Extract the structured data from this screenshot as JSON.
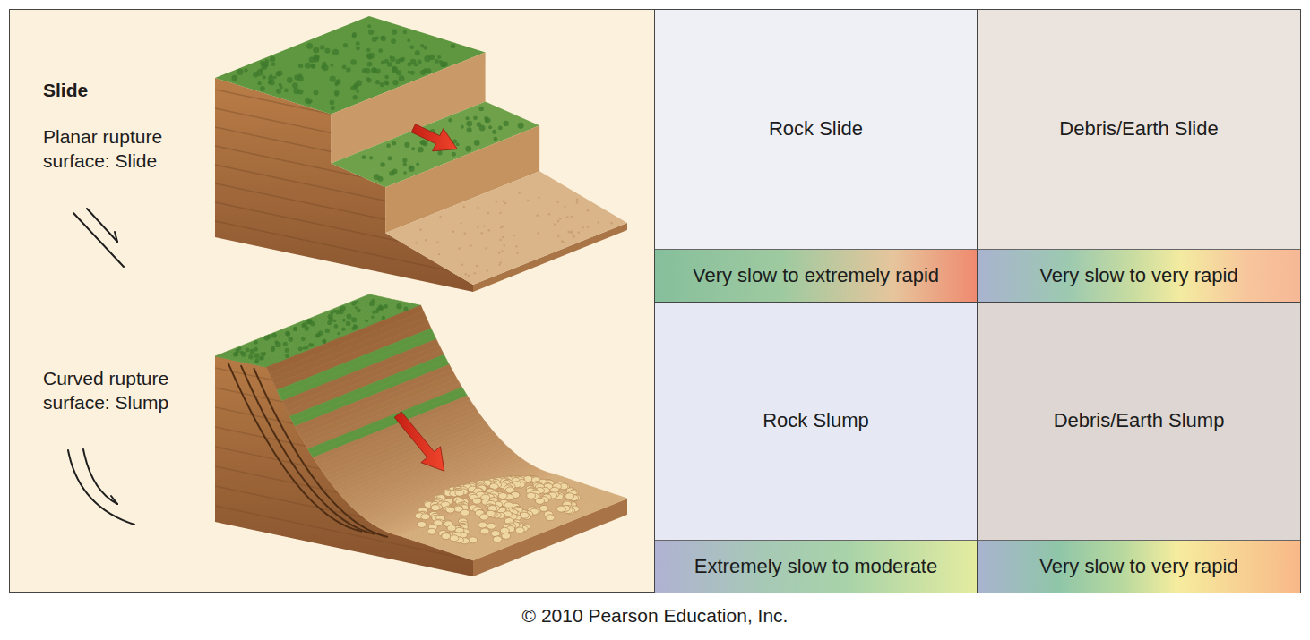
{
  "diagram": {
    "caption": "© 2010 Pearson Education, Inc.",
    "nodes": [
      {
        "text": [
          "Slide",
          "Planar rupture surface: Slide",
          "Curved rupture surface: Slump"
        ]
      },
      {
        "text": [
          "Rock Slide"
        ]
      },
      {
        "text": [
          "Very slow to extremely rapid"
        ],
        "in": 1
      },
      {
        "text": [
          "Debris/Earth Slide"
        ]
      },
      {
        "text": [
          "Very slow to very rapid"
        ],
        "in": 3
      },
      {
        "text": [
          "Rock Slump"
        ]
      },
      {
        "text": [
          "Extremely slow to moderate"
        ],
        "in": 5
      },
      {
        "text": [
          "Debris/Earth Slump"
        ]
      },
      {
        "text": [
          "Very slow to very rapid"
        ],
        "in": 7
      }
    ]
  }
}
